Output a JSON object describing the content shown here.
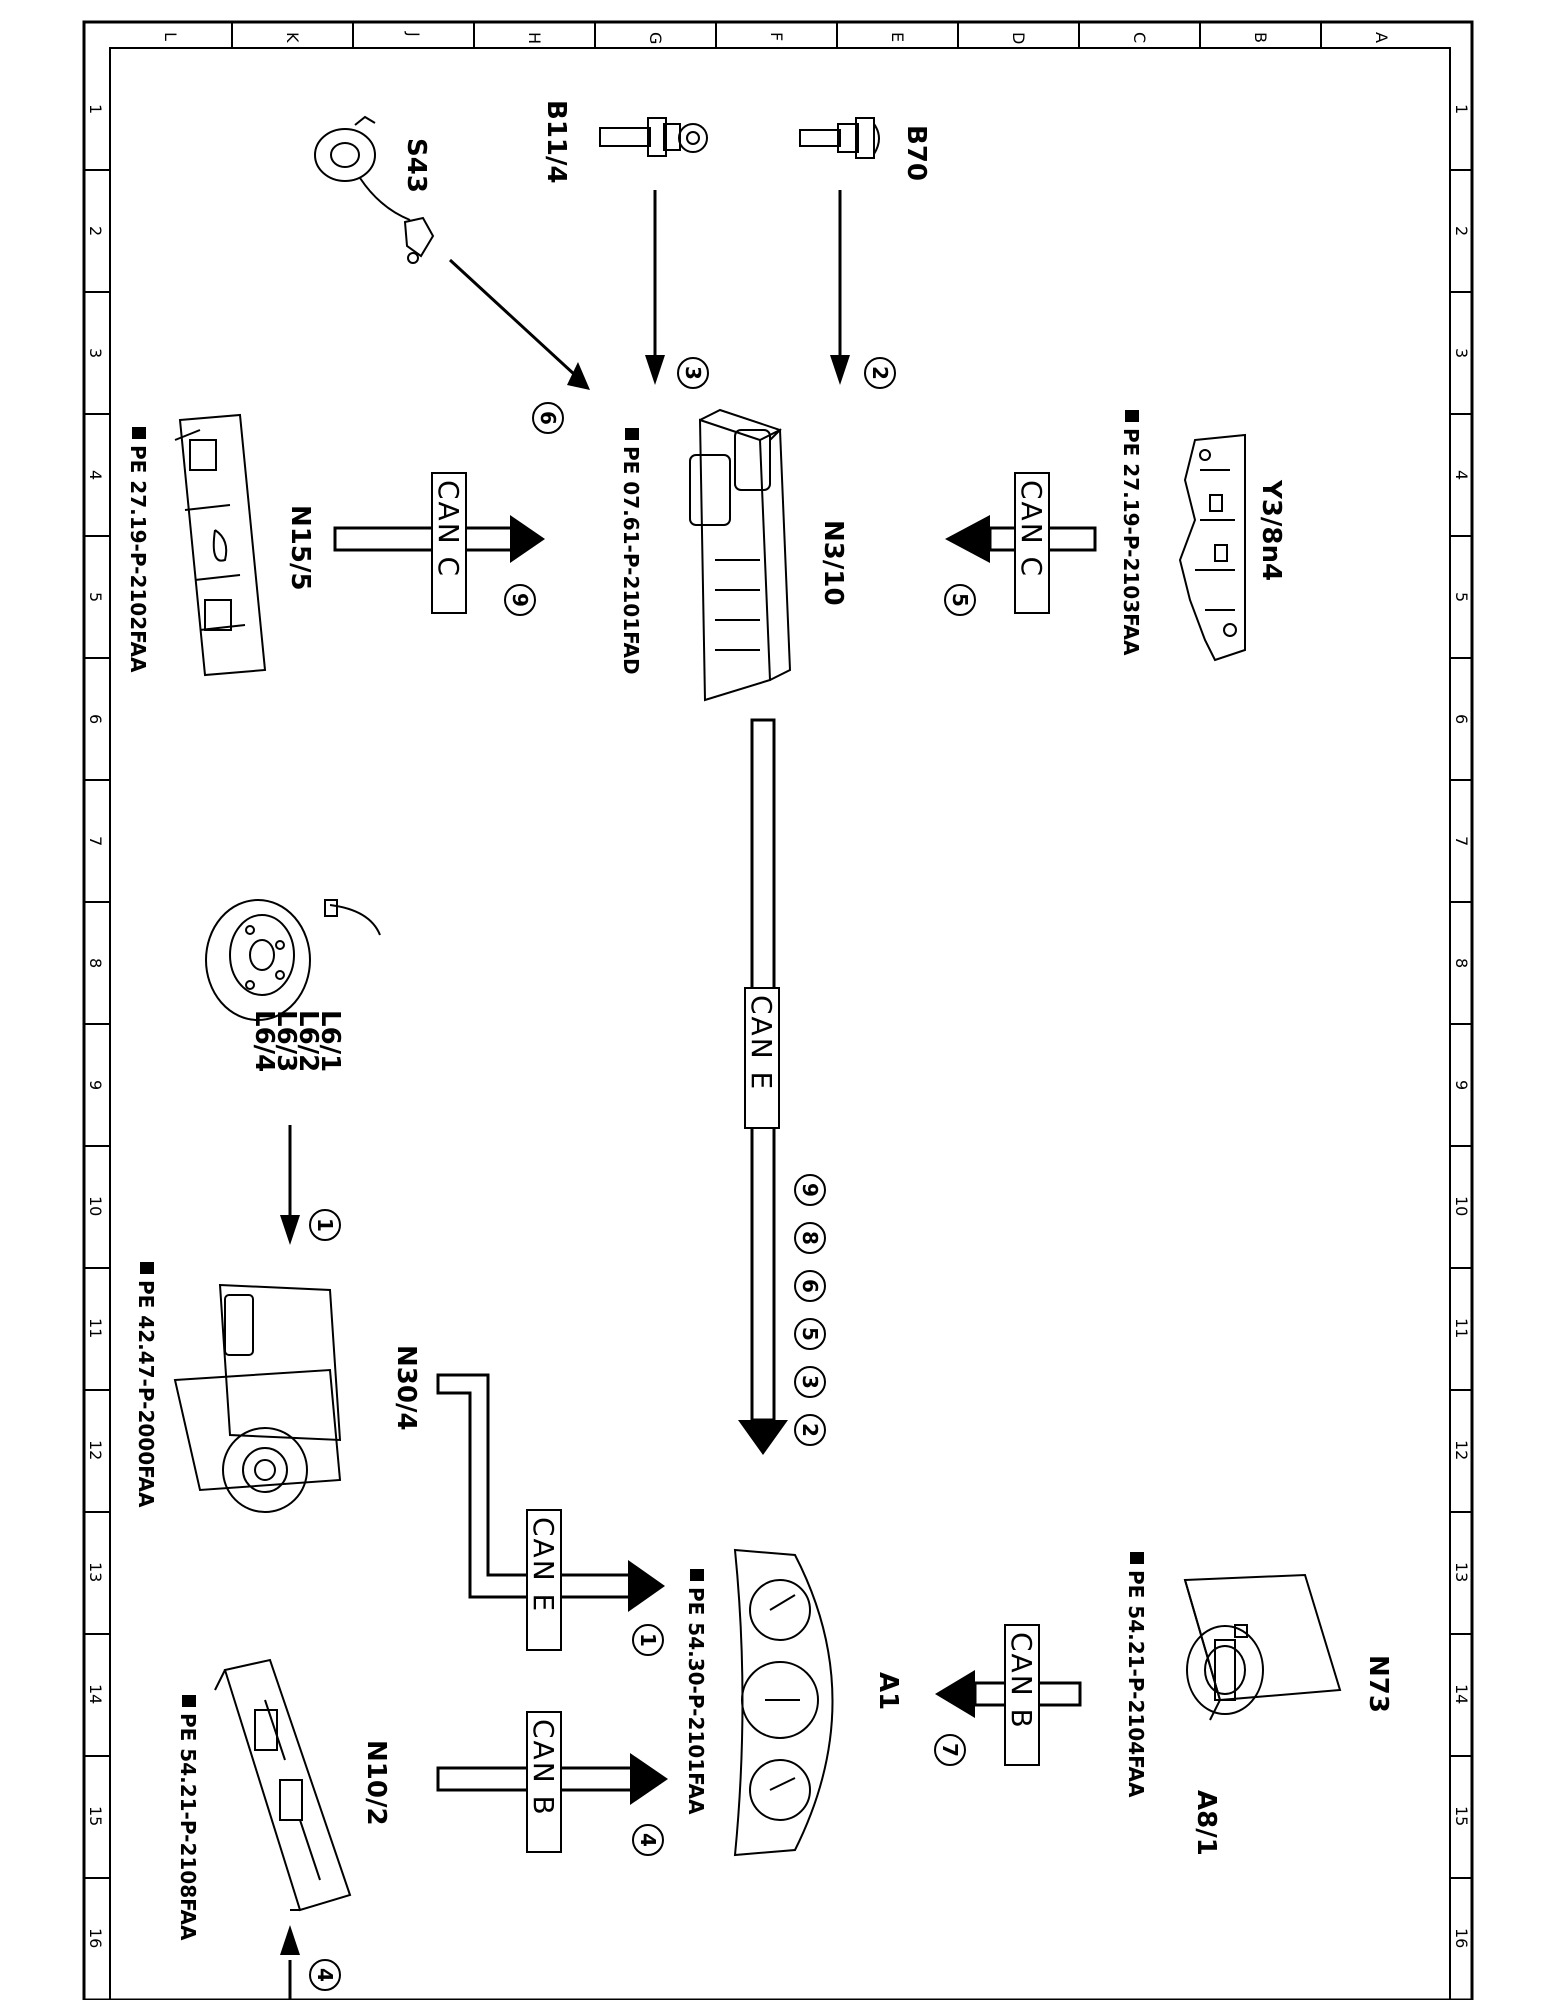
{
  "grid": {
    "letters": [
      "L",
      "K",
      "J",
      "H",
      "G",
      "F",
      "E",
      "D",
      "C",
      "B",
      "A"
    ],
    "numbers": [
      "1",
      "2",
      "3",
      "4",
      "5",
      "6",
      "7",
      "8",
      "9",
      "10",
      "11",
      "12",
      "13",
      "14",
      "15",
      "16"
    ]
  },
  "components": {
    "b70": "B70",
    "b11_4": "B11/4",
    "s43": "S43",
    "y3_8n4": "Y3/8n4",
    "n3_10": "N3/10",
    "n15_5": "N15/5",
    "l6": [
      "L6/1",
      "L6/2",
      "L6/3",
      "L6/4"
    ],
    "n30_4": "N30/4",
    "n73": "N73",
    "a8_1": "A8/1",
    "a1": "A1",
    "n10_2": "N10/2"
  },
  "references": {
    "y3_8n4": "PE 27.19-P-2103FAA",
    "n3_10": "PE 07.61-P-2101FAD",
    "n15_5": "PE 27.19-P-2102FAA",
    "n30_4": "PE 42.47-P-2000FAA",
    "n73": "PE 54.21-P-2104FAA",
    "a1": "PE 54.30-P-2101FAA",
    "n10_2": "PE 54.21-P-2108FAA"
  },
  "buses": {
    "can_c_right": "CAN C",
    "can_c_left": "CAN C",
    "can_e_main": "CAN E",
    "can_e_n30": "CAN E",
    "can_b_n73": "CAN B",
    "can_b_n10": "CAN B"
  },
  "signals": {
    "b70_to_n3": "2",
    "b11_to_n3": "3",
    "s43_to_n3": "6",
    "y3_to_n3": "5",
    "n15_to_n3": "9",
    "l6_to_n30": "1",
    "n30_to_a1": "1",
    "n73_to_a1": "7",
    "n10_to_a1": "4",
    "bottom_arrow": "4",
    "can_e_list": [
      "9",
      "8",
      "6",
      "5",
      "3",
      "2"
    ]
  }
}
